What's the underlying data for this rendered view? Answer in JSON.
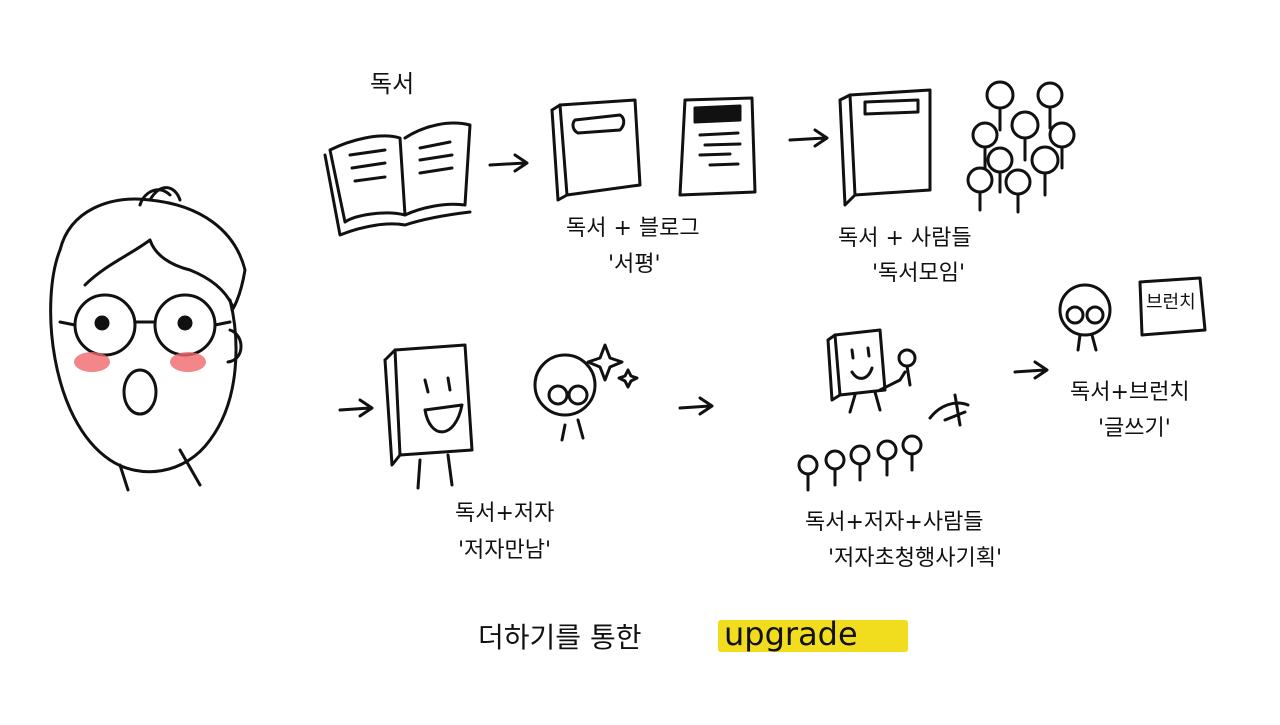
{
  "top_label": "독서",
  "step_blog": {
    "line1": "독서 + 블로그",
    "line2": "'서평'"
  },
  "step_group": {
    "line1": "독서 + 사람들",
    "line2": "'독서모임'"
  },
  "step_author": {
    "line1": "독서+저자",
    "line2": "'저자만남'"
  },
  "step_event": {
    "line1": "독서+저자+사람들",
    "line2": "'저자초청행사기획'"
  },
  "step_writing": {
    "line1": "독서+브런치",
    "line2": "'글쓰기'"
  },
  "brunch_sign": "브런치",
  "footer": {
    "text": "더하기를 통한",
    "highlight": "upgrade"
  },
  "colors": {
    "ink": "#111111",
    "highlight": "#f2dc1e",
    "blush": "#f0686c"
  }
}
